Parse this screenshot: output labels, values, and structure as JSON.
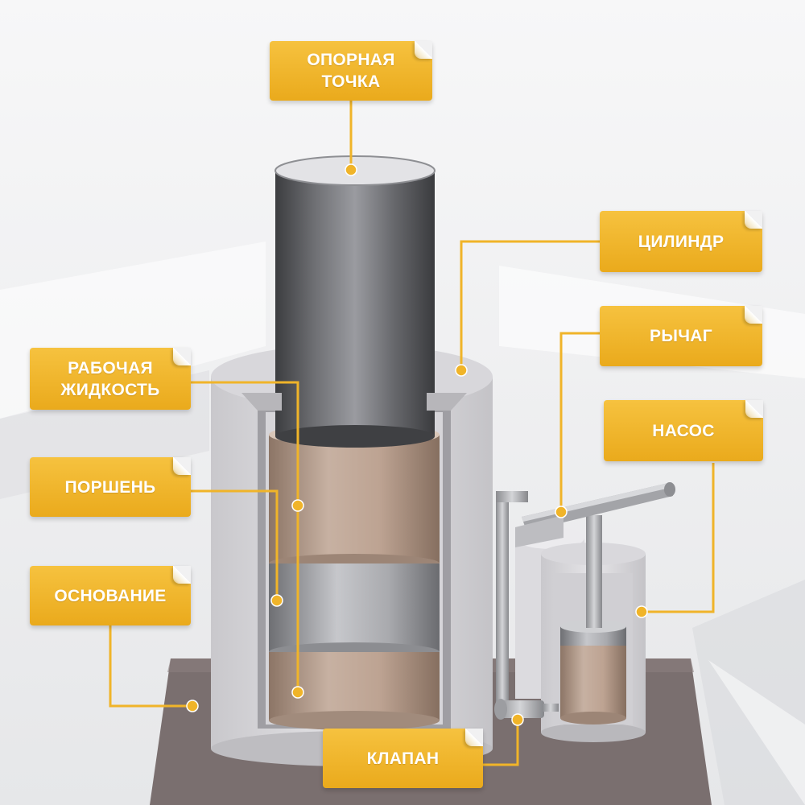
{
  "colors": {
    "accent": "#f0b429",
    "leader": "#f0b429",
    "background": "#f1f1f2"
  },
  "labels": {
    "support_point": "ОПОРНАЯ\nТОЧКА",
    "cylinder": "ЦИЛИНДР",
    "lever": "РЫЧАГ",
    "working_fluid": "РАБОЧАЯ\nЖИДКОСТЬ",
    "pump": "НАСОС",
    "piston": "ПОРШЕНЬ",
    "base": "ОСНОВАНИЕ",
    "valve": "КЛАПАН"
  }
}
